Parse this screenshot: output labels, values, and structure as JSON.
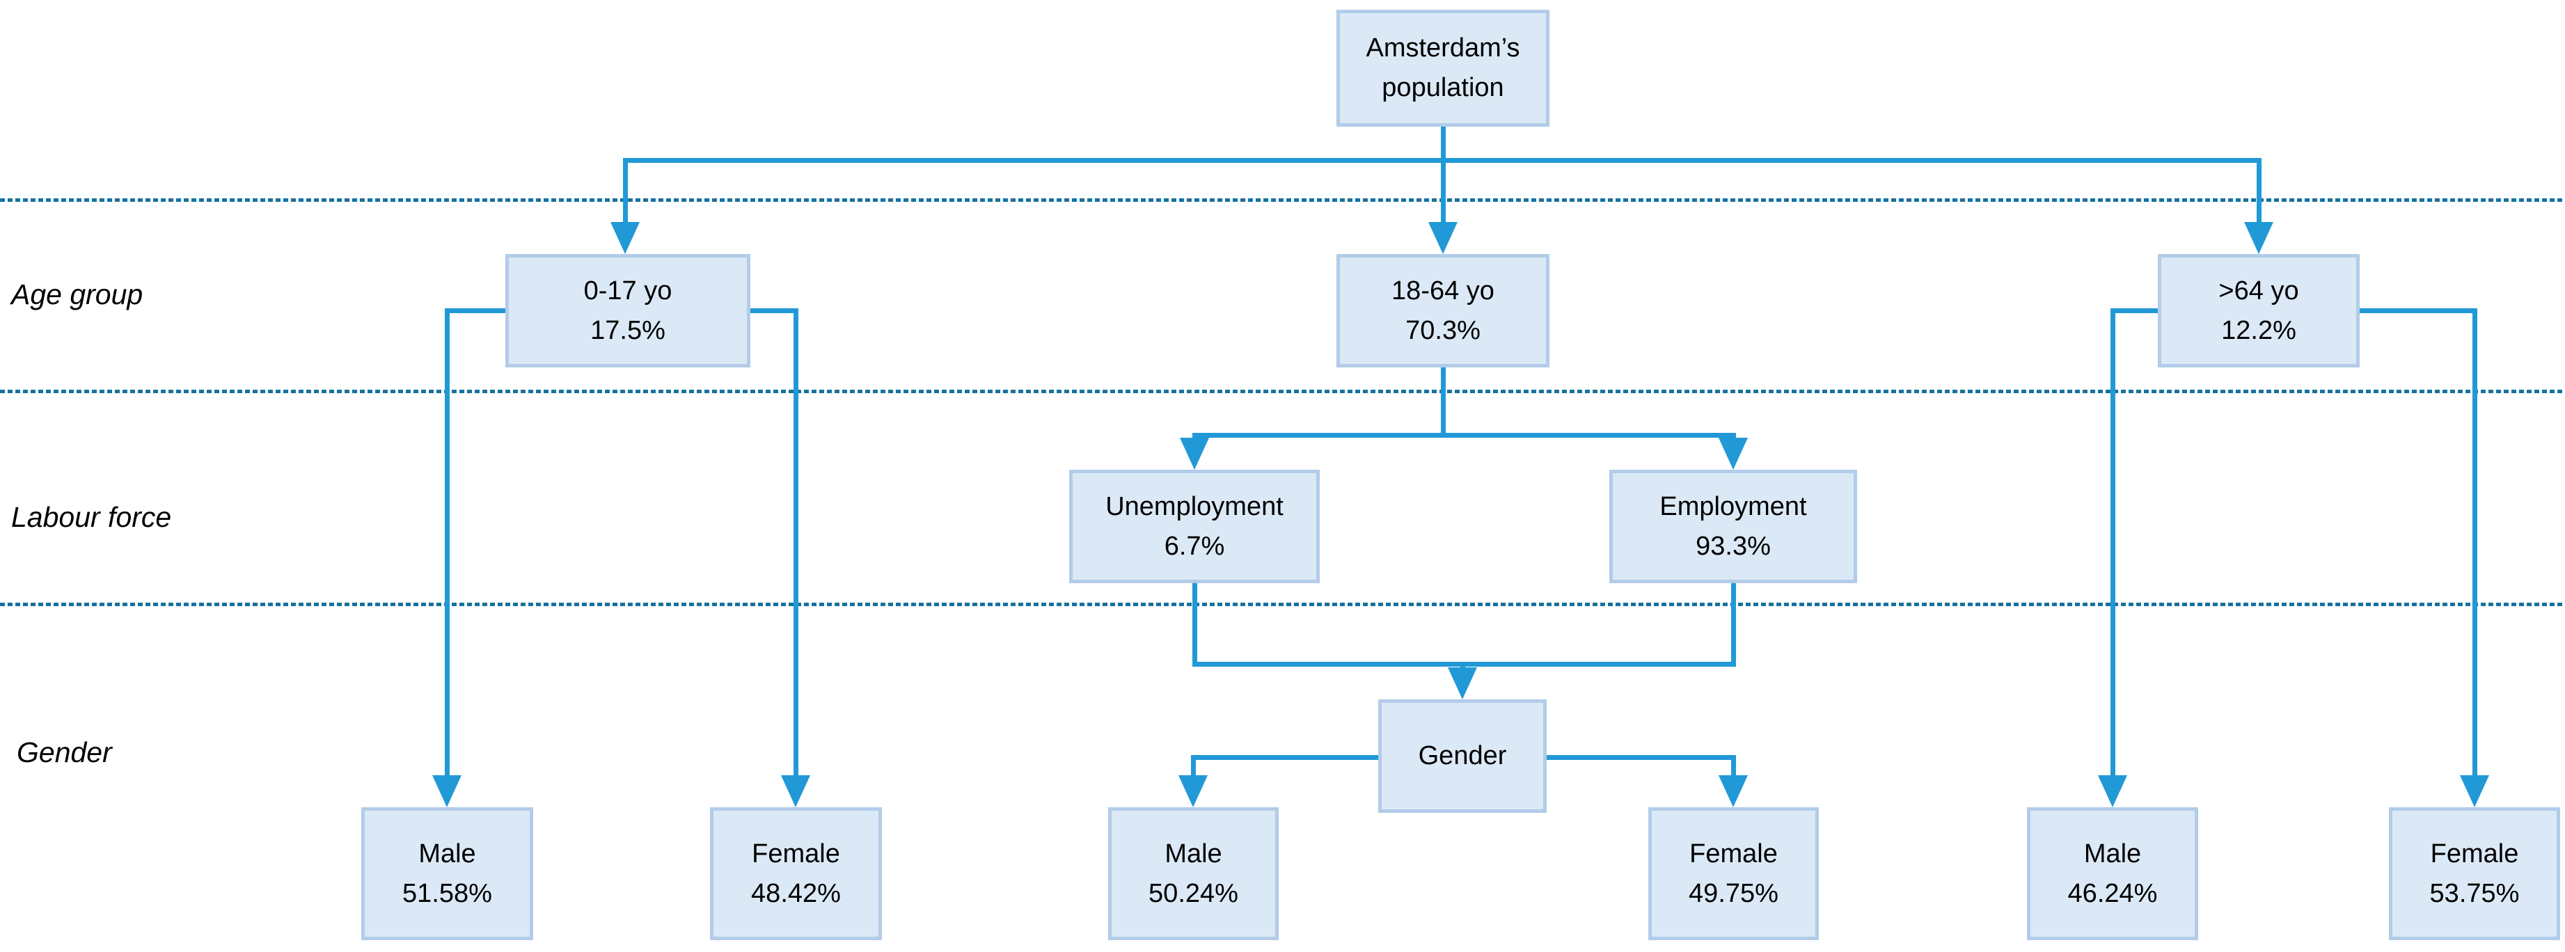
{
  "diagram": {
    "title_node": {
      "line1": "Amsterdam’s",
      "line2": "population"
    },
    "row_labels": {
      "age_group": "Age group",
      "labour_force": "Labour force",
      "gender": "Gender"
    },
    "age_groups": {
      "children": {
        "label": "0-17 yo",
        "value": "17.5%"
      },
      "adults": {
        "label": "18-64 yo",
        "value": "70.3%"
      },
      "seniors": {
        "label": ">64 yo",
        "value": "12.2%"
      }
    },
    "labour_force": {
      "unemployment": {
        "label": "Unemployment",
        "value": "6.7%"
      },
      "employment": {
        "label": "Employment",
        "value": "93.3%"
      }
    },
    "gender_node": {
      "label": "Gender"
    },
    "genders": {
      "children": {
        "male": {
          "label": "Male",
          "value": "51.58%"
        },
        "female": {
          "label": "Female",
          "value": "48.42%"
        }
      },
      "adults": {
        "male": {
          "label": "Male",
          "value": "50.24%"
        },
        "female": {
          "label": "Female",
          "value": "49.75%"
        }
      },
      "seniors": {
        "male": {
          "label": "Male",
          "value": "46.24%"
        },
        "female": {
          "label": "Female",
          "value": "53.75%"
        }
      }
    },
    "colors": {
      "connector": "#2199d6",
      "separator": "#15729f",
      "node_fill": "#dbe9f6",
      "node_border": "#b2cce9",
      "text": "#000000"
    }
  }
}
